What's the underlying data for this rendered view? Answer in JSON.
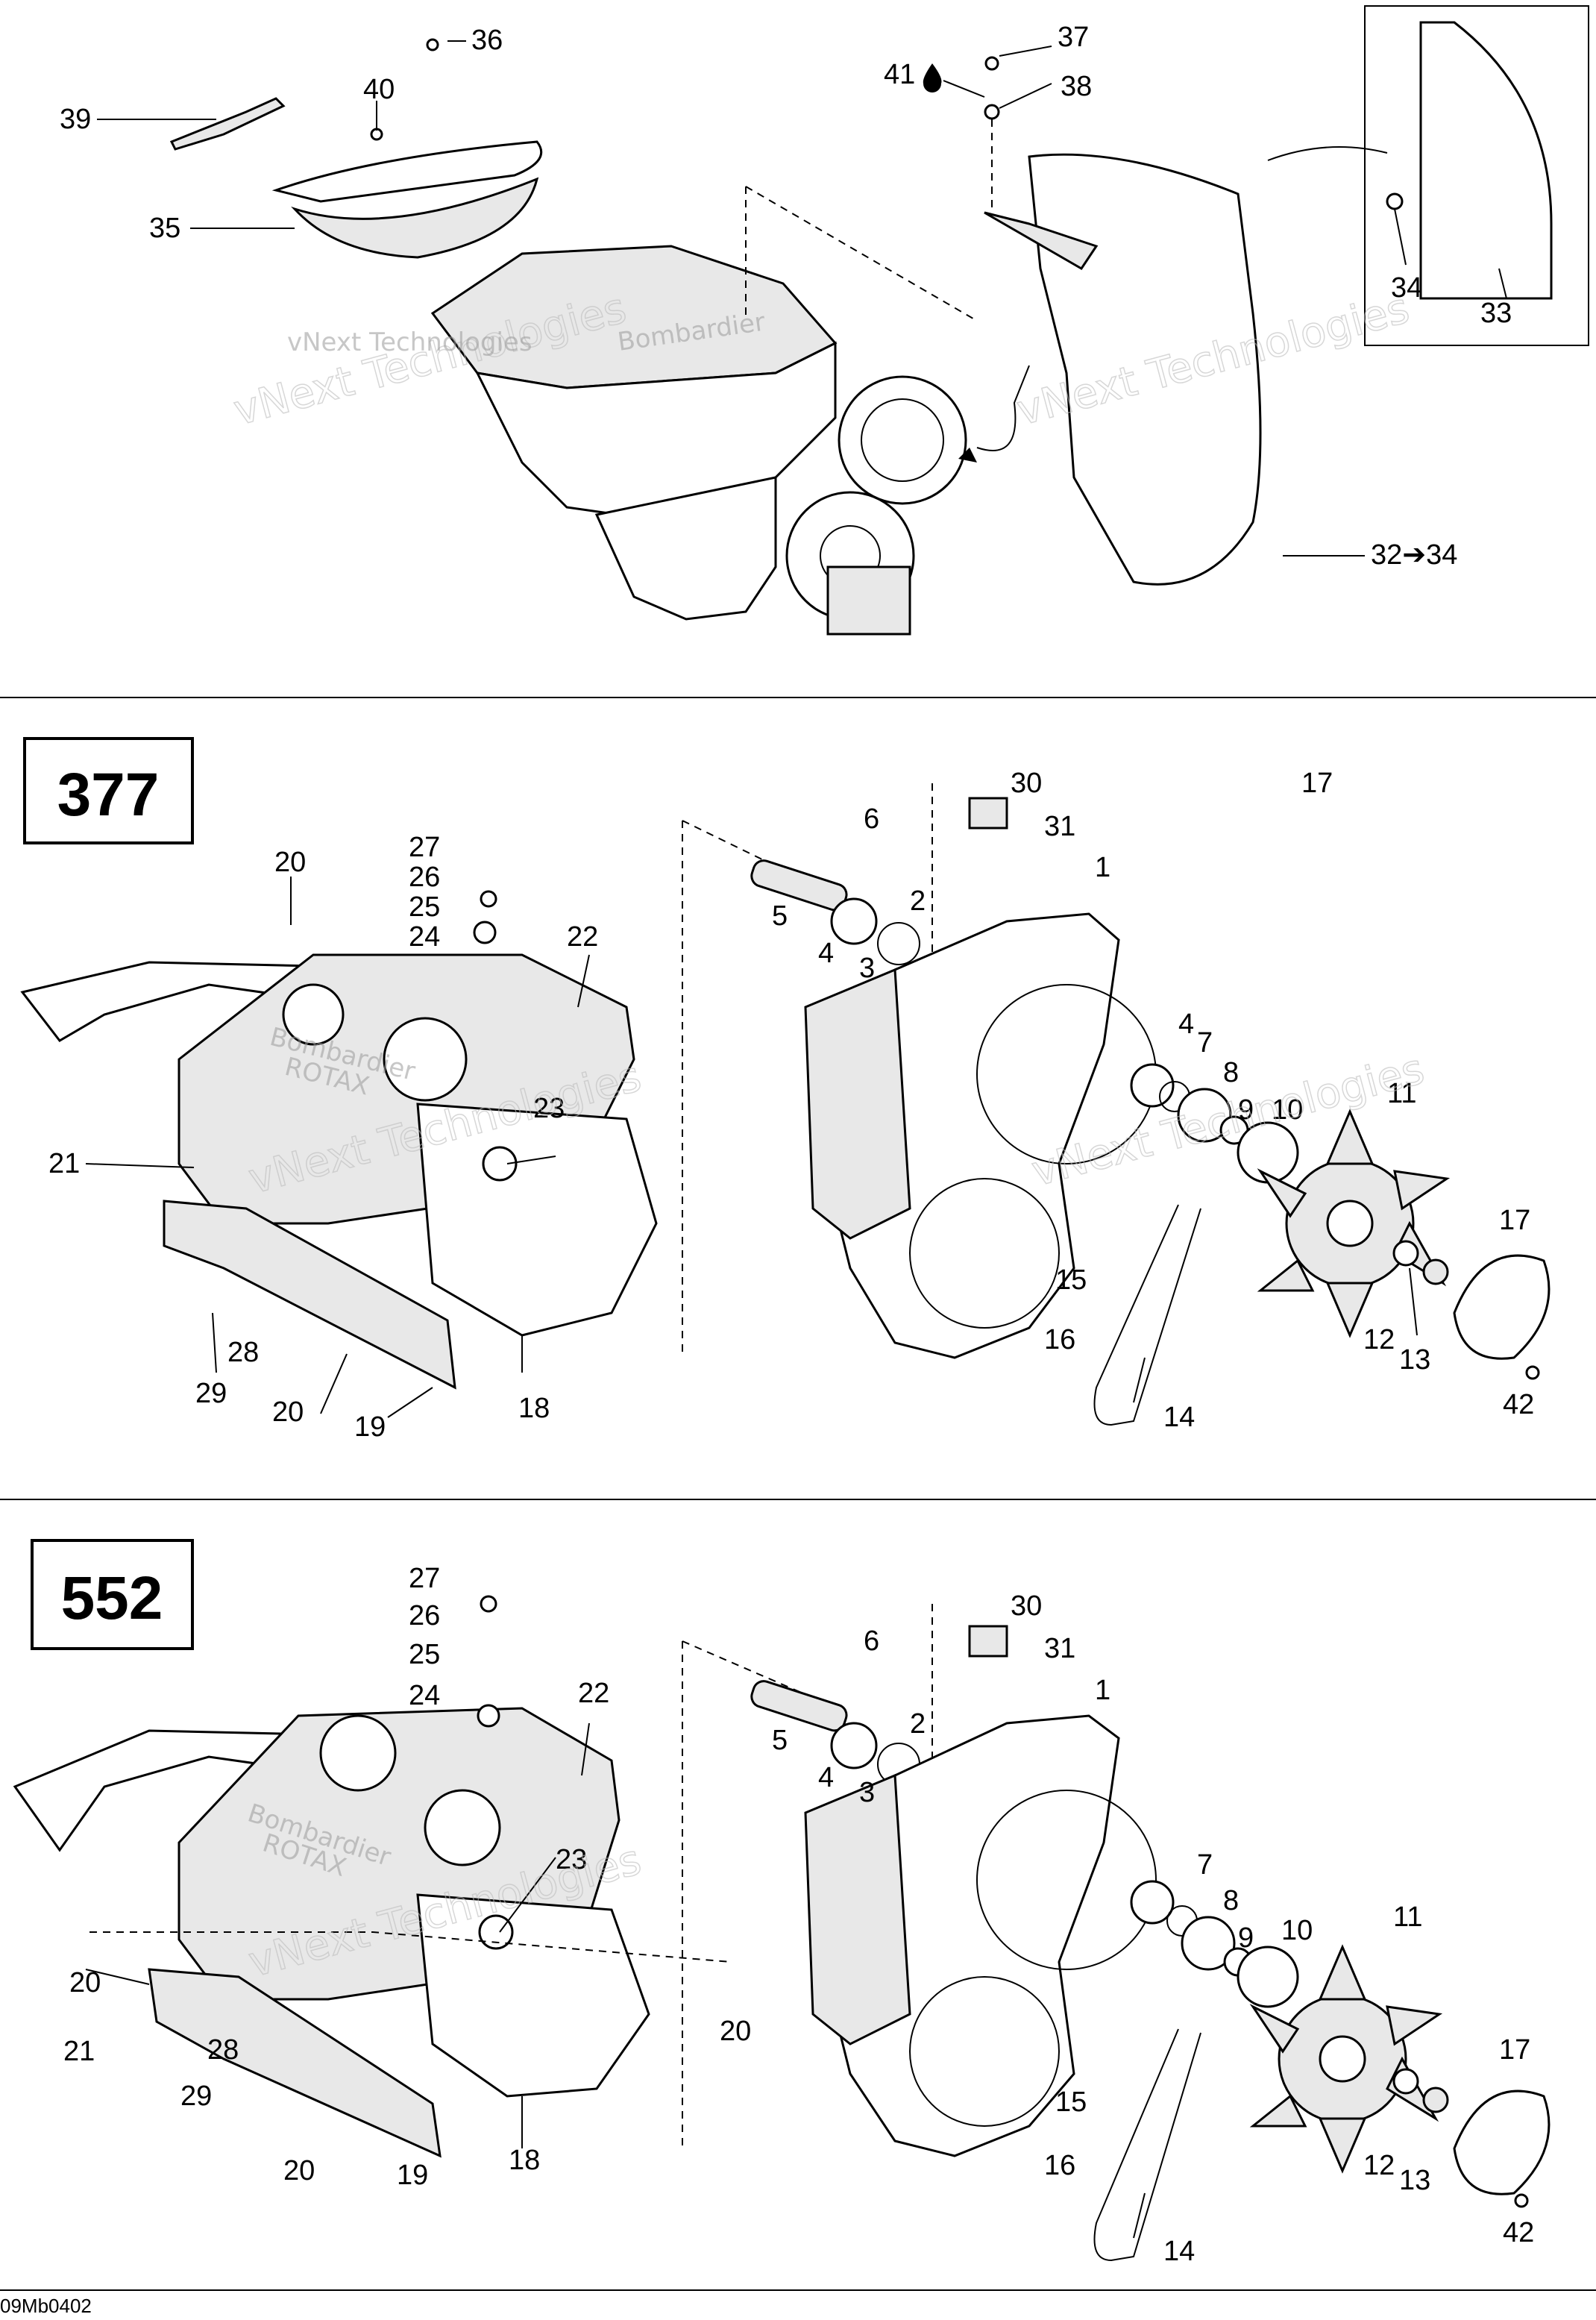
{
  "diagram": {
    "code": "09Mb0402",
    "watermark": [
      "vNext Technologies",
      "vNext Technologies",
      "vNext Technologies",
      "vNext Technologies",
      "vNext Technologies",
      "vNext Technologies"
    ],
    "engine_brand": "Bombardier",
    "engine_sub": "ROTAX"
  },
  "top": {
    "labels": [
      "36",
      "40",
      "39",
      "35",
      "37",
      "41",
      "38",
      "34",
      "33",
      "32➔34"
    ]
  },
  "section_377": {
    "title": "377",
    "labels": [
      "30",
      "31",
      "17",
      "6",
      "1",
      "2",
      "5",
      "4",
      "3",
      "27",
      "26",
      "25",
      "24",
      "20",
      "22",
      "23",
      "21",
      "4",
      "7",
      "8",
      "9",
      "10",
      "11",
      "17",
      "15",
      "16",
      "12",
      "13",
      "42",
      "28",
      "29",
      "20",
      "19",
      "18",
      "14"
    ]
  },
  "section_552": {
    "title": "552",
    "labels": [
      "30",
      "31",
      "6",
      "1",
      "2",
      "5",
      "4",
      "3",
      "27",
      "26",
      "25",
      "24",
      "22",
      "23",
      "20",
      "20",
      "21",
      "28",
      "29",
      "20",
      "19",
      "18",
      "7",
      "8",
      "9",
      "10",
      "11",
      "17",
      "15",
      "16",
      "12",
      "13",
      "42",
      "14"
    ]
  }
}
